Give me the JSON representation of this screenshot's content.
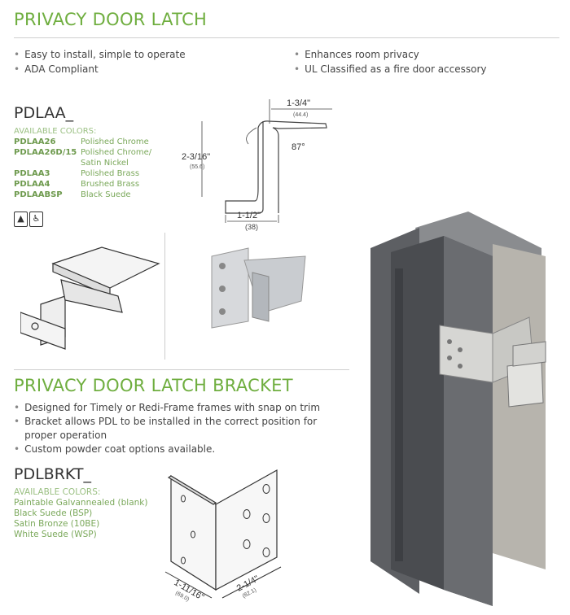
{
  "latch": {
    "title": "PRIVACY DOOR LATCH",
    "bullets_left": [
      "Easy to install, simple to operate",
      "ADA Compliant"
    ],
    "bullets_right": [
      "Enhances room privacy",
      "UL Classified as a fire door accessory"
    ],
    "model": "PDLAA_",
    "colors_heading": "AVAILABLE COLORS:",
    "colors": [
      {
        "code": "PDLAA26",
        "name": "Polished Chrome"
      },
      {
        "code": "PDLAA26D/15",
        "name": "Polished Chrome/ Satin Nickel"
      },
      {
        "code": "PDLAA3",
        "name": "Polished Brass"
      },
      {
        "code": "PDLAA4",
        "name": "Brushed Brass"
      },
      {
        "code": "PDLAABSP",
        "name": "Black Suede"
      }
    ],
    "icons": [
      "fire-rated-icon",
      "wheelchair-accessible-icon"
    ],
    "dimensions": {
      "width_top": "1-3/4\"",
      "width_top_mm": "(44.4)",
      "height": "2-3/16\"",
      "height_mm": "(55.6)",
      "angle": "87°",
      "base": "1-1/2\"",
      "base_mm": "(38)"
    }
  },
  "bracket": {
    "title": "PRIVACY DOOR LATCH BRACKET",
    "bullets": [
      "Designed for Timely or Redi-Frame frames with snap on trim",
      "Bracket allows PDL to be installed in the correct position for proper operation",
      "Custom powder coat options available."
    ],
    "model": "PDLBRKT_",
    "colors_heading": "AVAILABLE COLORS:",
    "colors": [
      "Paintable Galvannealed (blank)",
      "Black Suede (BSP)",
      "Satin Bronze (10BE)",
      "White Suede (WSP)"
    ],
    "dimensions": {
      "left": "1-11/16\"",
      "left_mm": "(69.0)",
      "right": "2-1/4\"",
      "right_mm": "(82.1)"
    }
  },
  "colors": {
    "accent": "#6fae3f"
  }
}
